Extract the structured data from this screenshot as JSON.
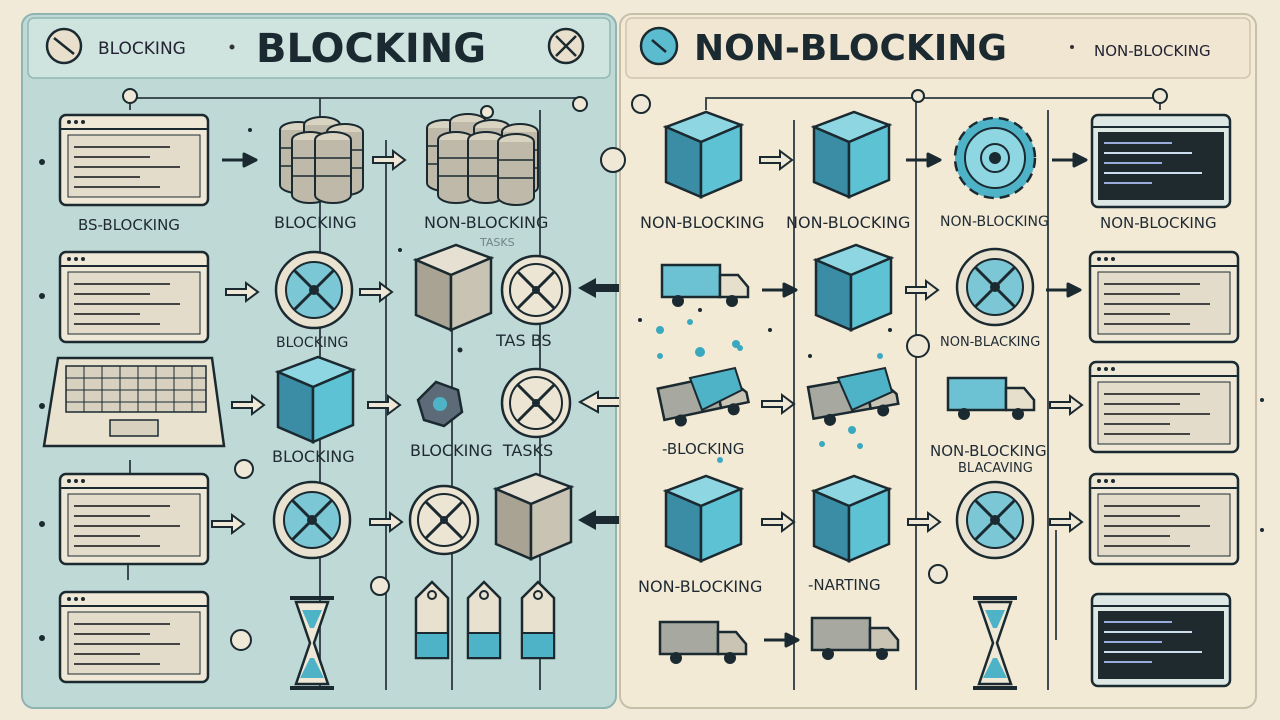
{
  "left_panel": {
    "header_small": "BLOCKING",
    "header_title": "BLOCKING",
    "labels": {
      "screen_top": "BS-BLOCKING",
      "db1": "BLOCKING",
      "db2": "NON-BLOCKING",
      "tasks_faded": "TASKS",
      "fan1": "BLOCKING",
      "tasks_mid": "TAS BS",
      "cube_mid": "BLOCKING",
      "blocking_tasks": "BLOCKING  TASKS"
    }
  },
  "right_panel": {
    "header_title": "NON-BLOCKING",
    "header_small": "NON-BLOCKING",
    "labels": {
      "cube1": "NON-BLOCKING",
      "cube2": "NON-BLOCKING",
      "gear": "NON-BLOCKING",
      "screen": "NON-BLOCKING",
      "fan": "NON-BLACKING",
      "trucks": "-BLOCKING",
      "truck3_a": "NON-BLOCKING",
      "truck3_b": "BLACAVING",
      "cube_low": "NON-BLOCKING",
      "low_mid": "-NARTING"
    }
  },
  "colors": {
    "background": "#f2ead9",
    "left_panel": "#bfd9d6",
    "right_panel": "#f3ead6",
    "cube_teal": "#4fb3c8",
    "ink": "#1b2a30"
  }
}
